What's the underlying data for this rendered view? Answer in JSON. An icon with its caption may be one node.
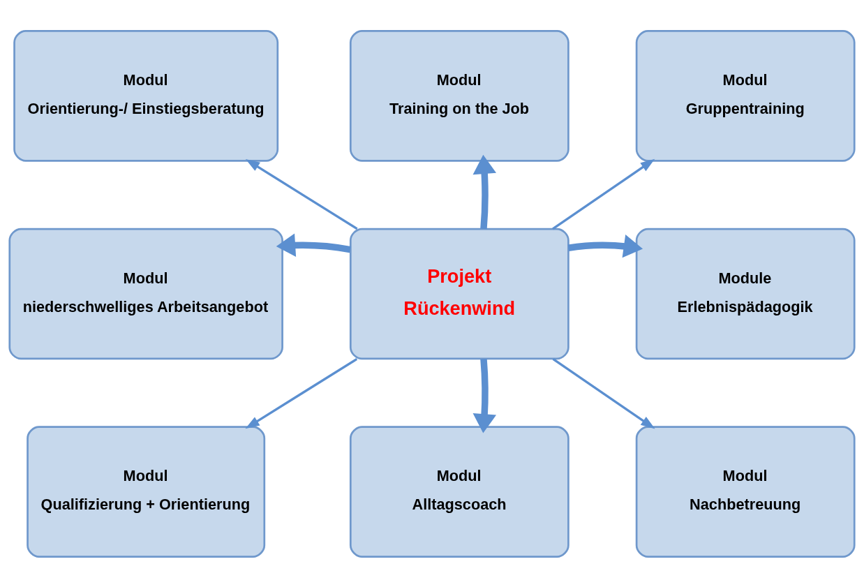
{
  "diagram": {
    "nodes": [
      {
        "text": [
          "Modul",
          "Orientierung-/ Einstiegsberatung"
        ]
      },
      {
        "text": [
          "Modul",
          "Training on the Job"
        ]
      },
      {
        "text": [
          "Modul",
          "Gruppentraining"
        ]
      },
      {
        "text": [
          "Modul",
          "niederschwelliges Arbeitsangebot"
        ]
      },
      {
        "text": [
          "Projekt",
          "Rückenwind"
        ]
      },
      {
        "text": [
          "Module",
          "Erlebnispädagogik"
        ]
      },
      {
        "text": [
          "Modul",
          "Qualifizierung + Orientierung"
        ]
      },
      {
        "text": [
          "Modul",
          "Alltagscoach"
        ]
      },
      {
        "text": [
          "Modul",
          "Nachbetreuung"
        ]
      }
    ],
    "edges": [
      {
        "from": 4,
        "to": 0,
        "arrow": "to"
      },
      {
        "from": 4,
        "to": 1,
        "arrow": "to",
        "style": "thick"
      },
      {
        "from": 4,
        "to": 2,
        "arrow": "to"
      },
      {
        "from": 4,
        "to": 3,
        "arrow": "to",
        "style": "thick"
      },
      {
        "from": 4,
        "to": 5,
        "arrow": "to",
        "style": "thick"
      },
      {
        "from": 4,
        "to": 6,
        "arrow": "to"
      },
      {
        "from": 4,
        "to": 7,
        "arrow": "to",
        "style": "thick"
      },
      {
        "from": 4,
        "to": 8,
        "arrow": "to"
      }
    ]
  }
}
